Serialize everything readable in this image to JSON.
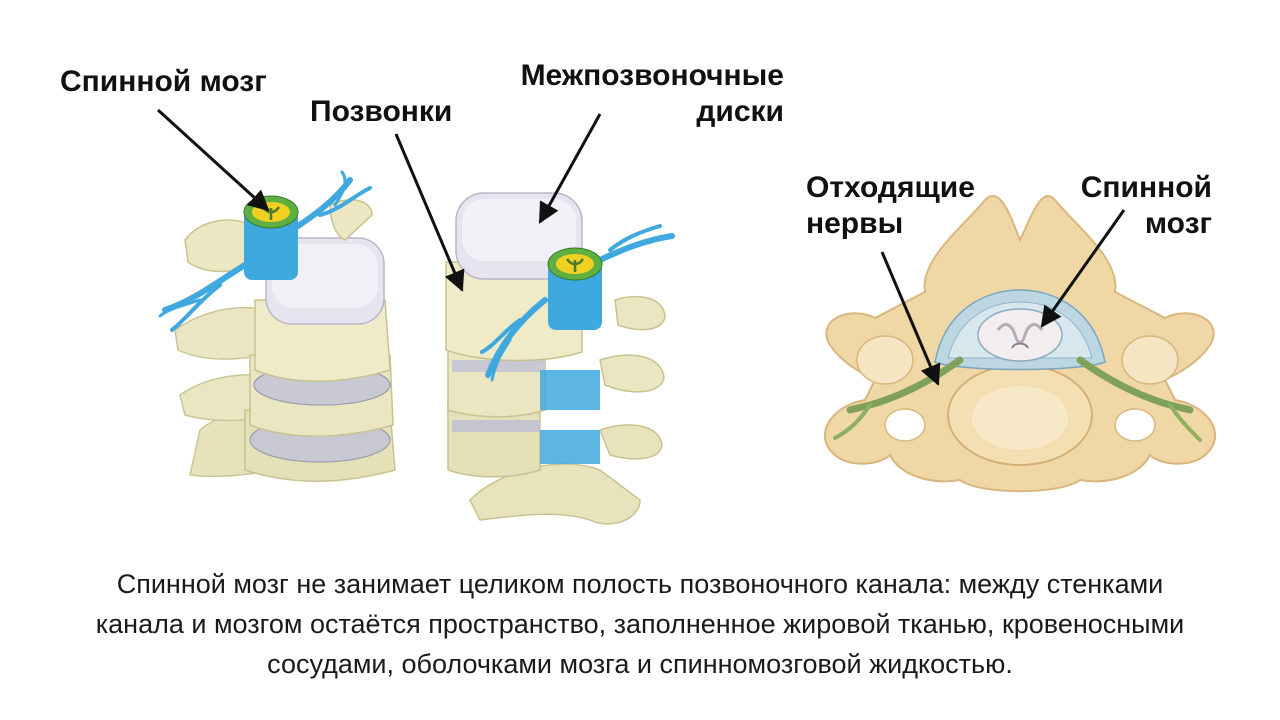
{
  "labels": {
    "spinal_cord_left": "Спинной мозг",
    "vertebrae": "Позвонки",
    "discs": [
      "Межпозвоночные",
      "диски"
    ],
    "nerves": [
      "Отходящие",
      "нервы"
    ],
    "spinal_cord_right": [
      "Спинной",
      "мозг"
    ]
  },
  "caption": [
    "Спинной мозг не занимает целиком полость позвоночного канала: между стенками",
    "канала и мозгом остаётся пространство, заполненное жировой тканью, кровеносными",
    "сосудами, оболочками мозга и спинномозговой жидкостью."
  ],
  "colors": {
    "bone": "#ece8c4",
    "bone_shadow": "#cfc89c",
    "disc": "#e6e4ee",
    "nerve": "#3fa8de",
    "cord_yellow": "#f0d020",
    "cord_green": "#5fb040",
    "cross_bone": "#f0d7a6",
    "cross_bone_dark": "#dcb57a",
    "canal_blue": "#a9c9d9"
  }
}
